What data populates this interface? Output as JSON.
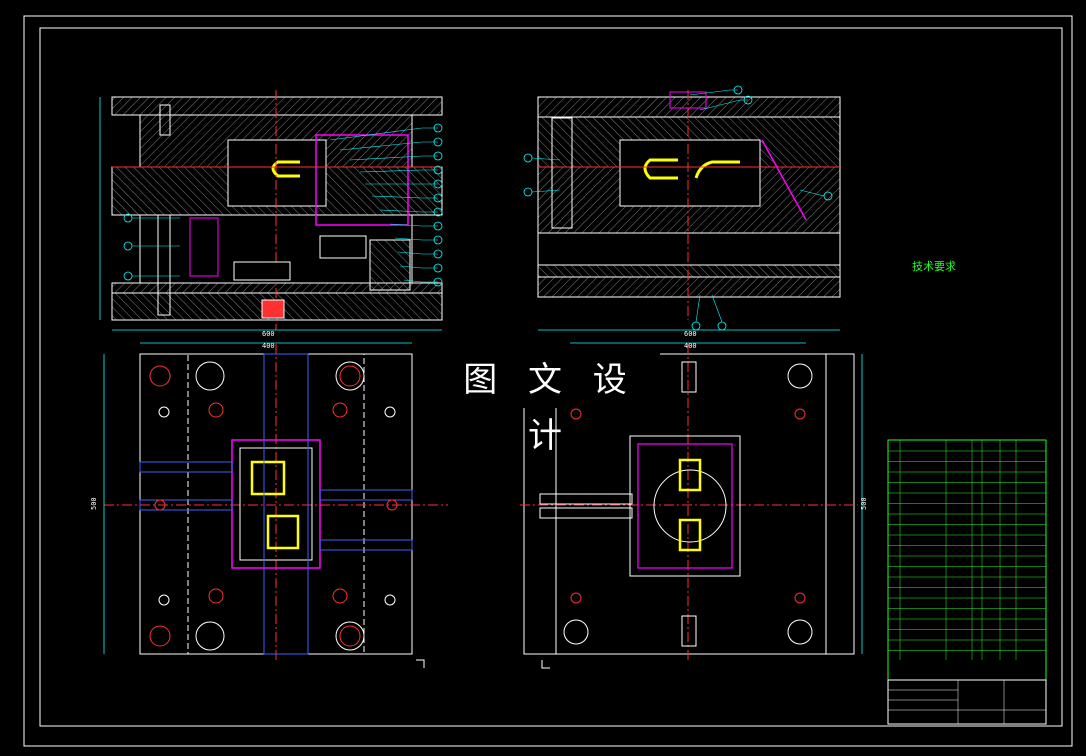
{
  "watermark": "图 文 设 计",
  "technical_requirements": {
    "title": "技术要求"
  },
  "dimensions": {
    "front_width": "600",
    "front_inner": "400",
    "side_width": "600",
    "side_inner": "400",
    "plan_height": "500",
    "side_plan_height": "500"
  },
  "colors": {
    "background": "#000000",
    "line": "#ffffff",
    "hatch": "#c0c0c0",
    "cyan": "#00ffff",
    "magenta": "#ff00ff",
    "yellow": "#ffff00",
    "red": "#ff3030",
    "green": "#20ff20",
    "blue": "#4060ff"
  }
}
